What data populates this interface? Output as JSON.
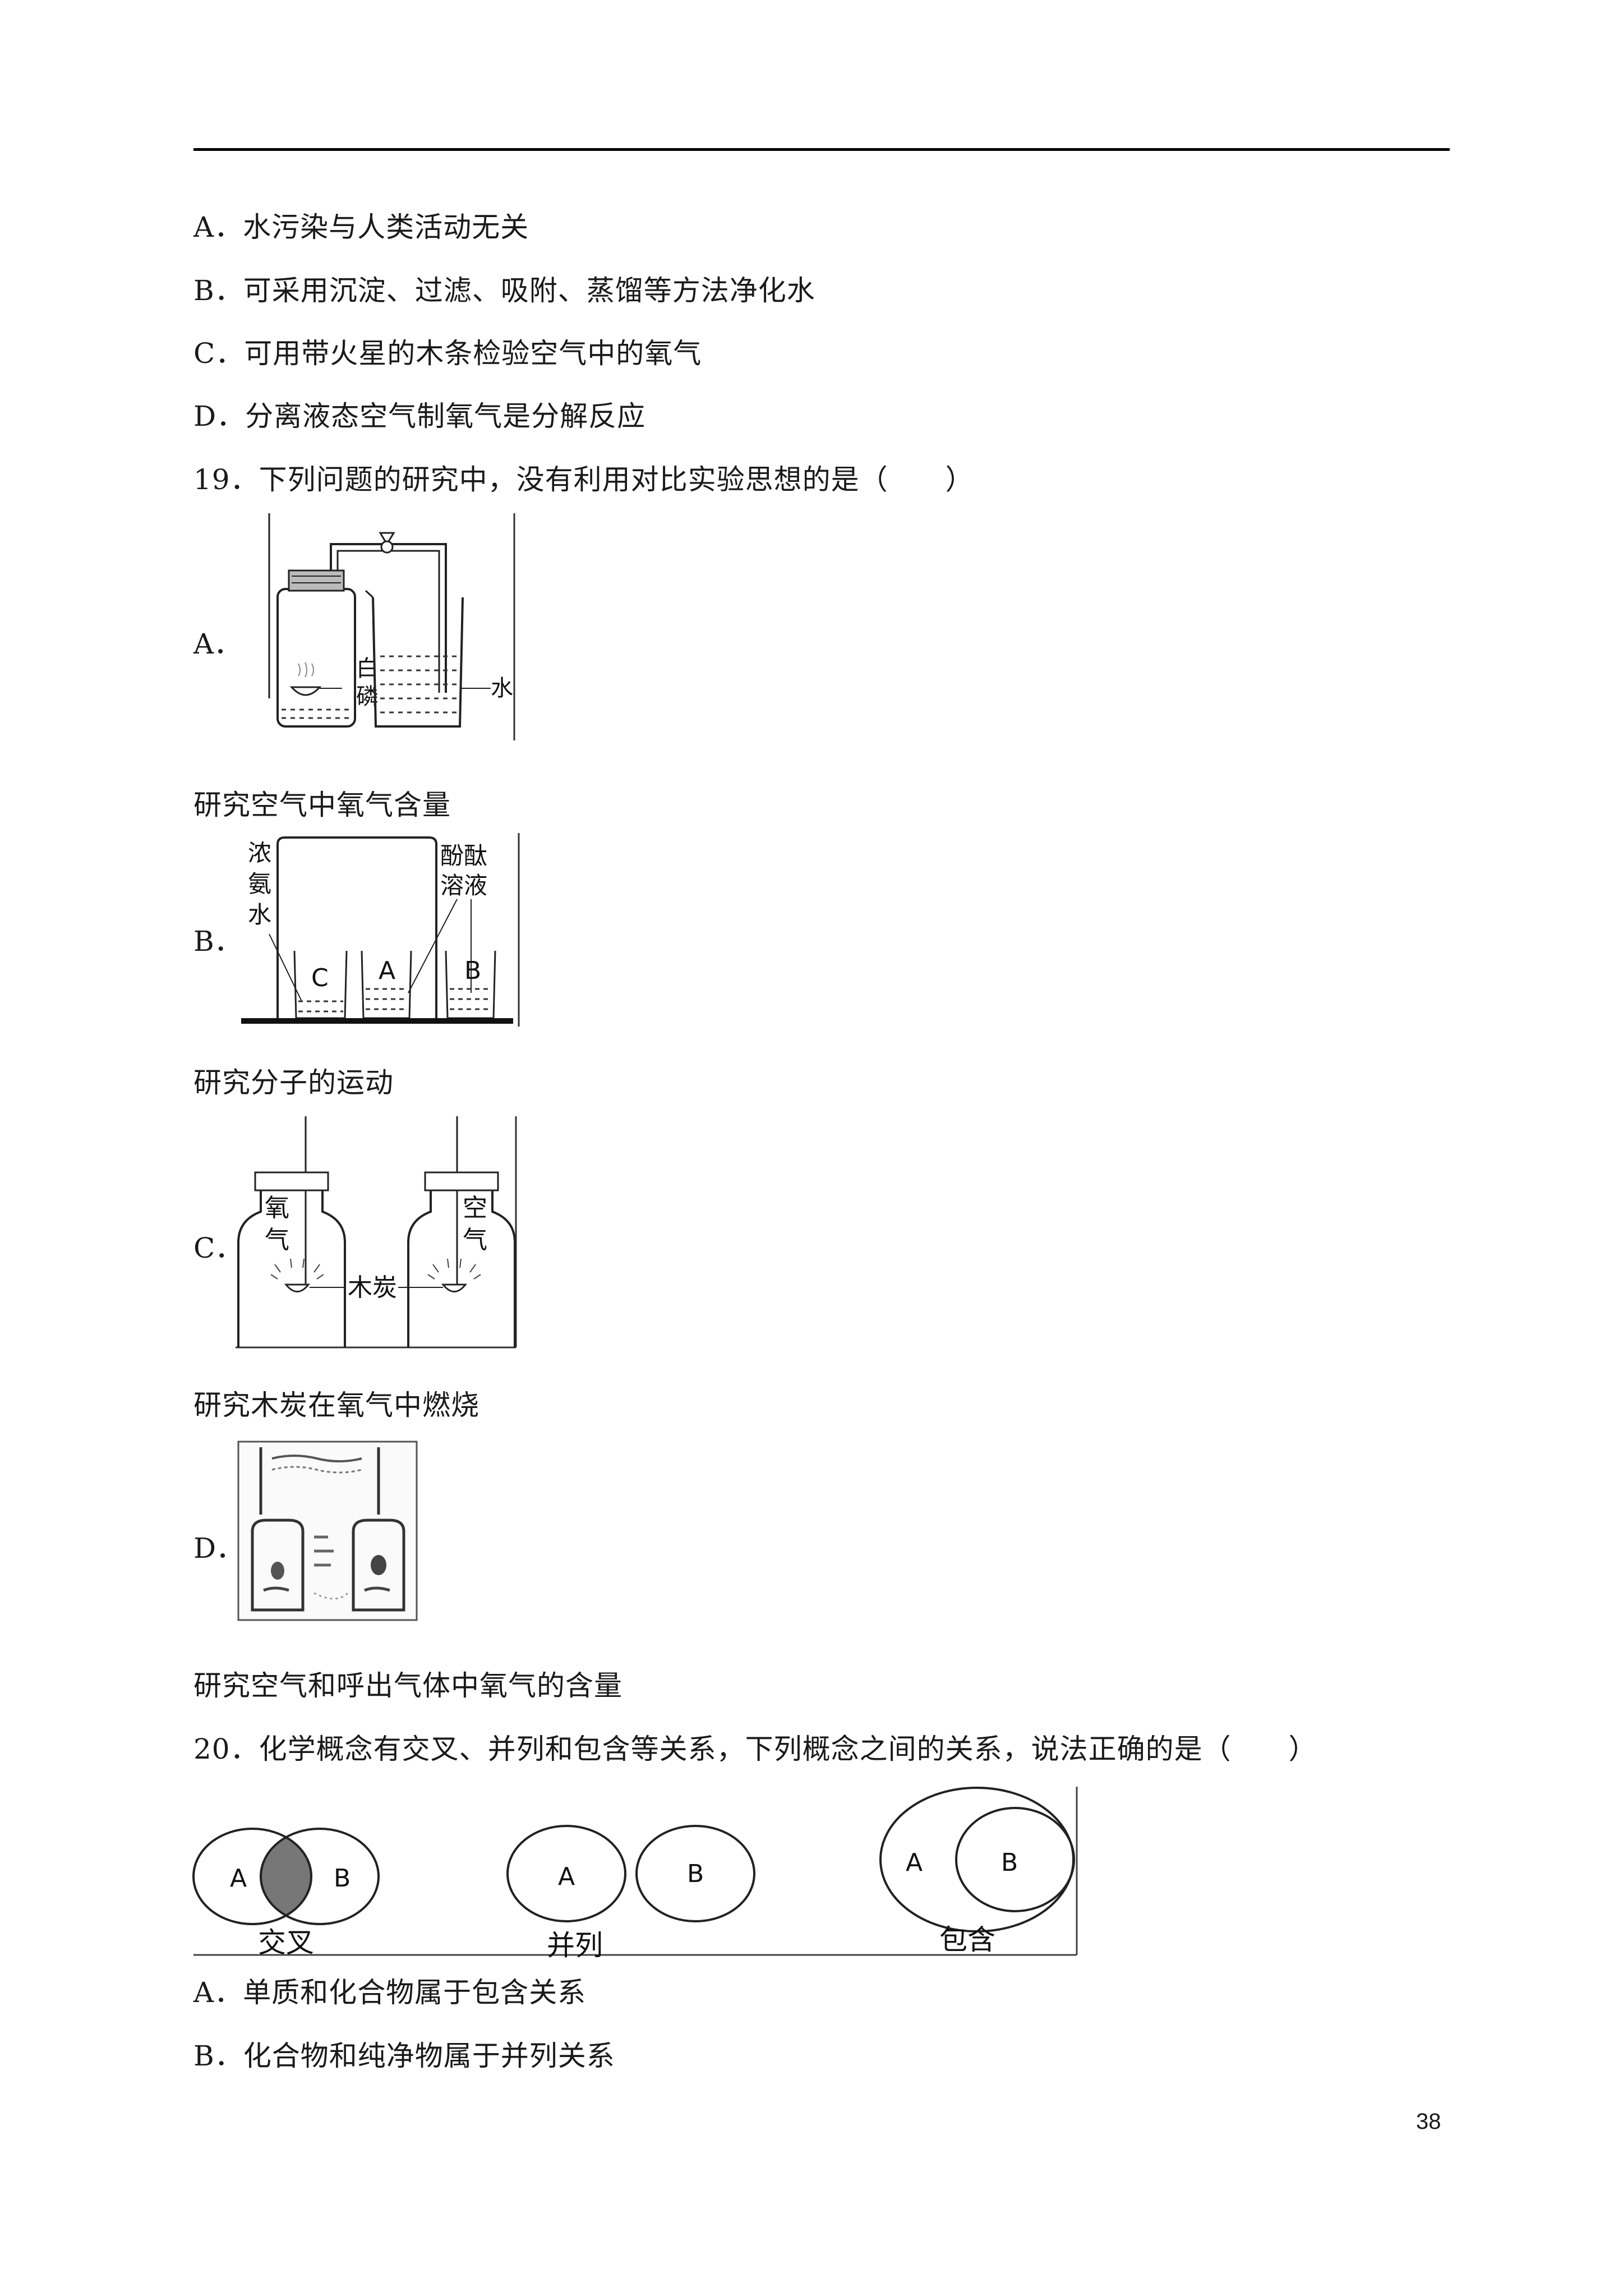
{
  "prev_options": {
    "a": "A．水污染与人类活动无关",
    "b": "B．可采用沉淀、过滤、吸附、蒸馏等方法净化水",
    "c": "C．可用带火星的木条检验空气中的氧气",
    "d": "D．分离液态空气制氧气是分解反应"
  },
  "q19": {
    "stem": "19．下列问题的研究中，没有利用对比实验思想的是（　　）",
    "options": [
      {
        "letter": "A．",
        "caption": "研究空气中氧气含量",
        "fig_labels": {
          "phosphorus_1": "白",
          "phosphorus_2": "磷",
          "water": "水"
        }
      },
      {
        "letter": "B．",
        "caption": "研究分子的运动",
        "fig_labels": {
          "ammonia_1": "浓",
          "ammonia_2": "氨",
          "ammonia_3": "水",
          "phenol_1": "酚酞",
          "phenol_2": "溶液",
          "beaker_c": "C",
          "beaker_a": "A",
          "beaker_b": "B"
        }
      },
      {
        "letter": "C．",
        "caption": "研究木炭在氧气中燃烧",
        "fig_labels": {
          "oxygen_1": "氧",
          "oxygen_2": "气",
          "air_1": "空",
          "air_2": "气",
          "charcoal": "木炭"
        }
      },
      {
        "letter": "D．",
        "caption": "研究空气和呼出气体中氧气的含量"
      }
    ]
  },
  "q20": {
    "stem": "20．化学概念有交叉、并列和包含等关系，下列概念之间的关系，说法正确的是（　　）",
    "diagram": {
      "intersect_label": "交叉",
      "parallel_label": "并列",
      "contain_label": "包含",
      "a": "A",
      "b": "B"
    },
    "options": {
      "a": "A．单质和化合物属于包含关系",
      "b": "B．化合物和纯净物属于并列关系"
    }
  },
  "page_number": "38"
}
